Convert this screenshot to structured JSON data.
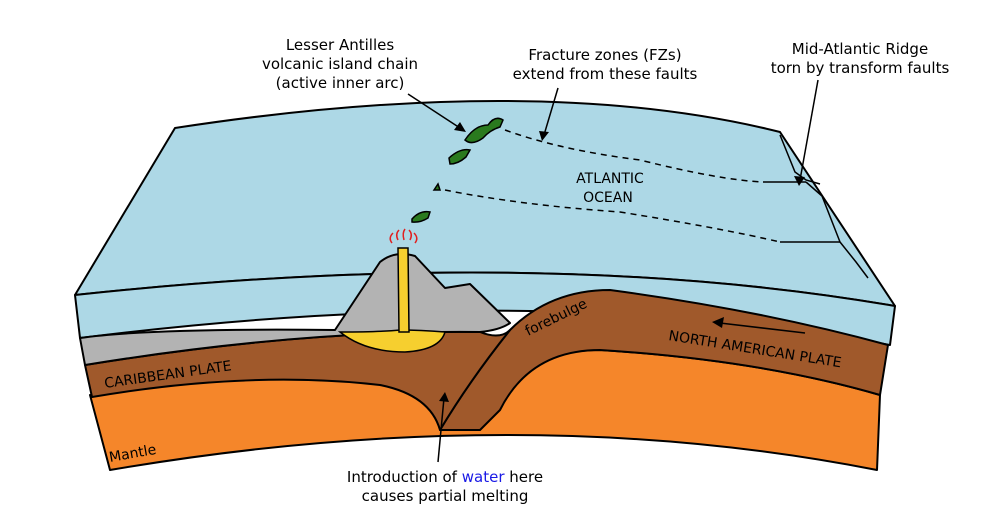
{
  "callouts": {
    "lesser_antilles": [
      "Lesser Antilles",
      "volcanic island chain",
      "(active inner arc)"
    ],
    "fracture_zones": [
      "Fracture zones (FZs)",
      "extend from these faults"
    ],
    "mid_atlantic": [
      "Mid-Atlantic Ridge",
      "torn by transform faults"
    ],
    "water_intro": {
      "line1_before": "Introduction of ",
      "line1_highlight": "water",
      "line1_after": " here",
      "line2": "causes partial melting"
    }
  },
  "labels": {
    "atlantic": [
      "ATLANTIC",
      "OCEAN"
    ],
    "caribbean_plate": "CARIBBEAN PLATE",
    "north_american_plate": "NORTH AMERICAN PLATE",
    "forebulge": "forebulge",
    "mantle": "Mantle"
  },
  "colors": {
    "ocean": "#add8e6",
    "crust_gray": "#b3b3b3",
    "plate_brown": "#a0592b",
    "mantle_orange": "#f5862a",
    "magma_yellow": "#f6cf2f",
    "island_green": "#2a7a1e",
    "eruption_red": "#e02020",
    "water_blue": "#1a1ae6"
  }
}
